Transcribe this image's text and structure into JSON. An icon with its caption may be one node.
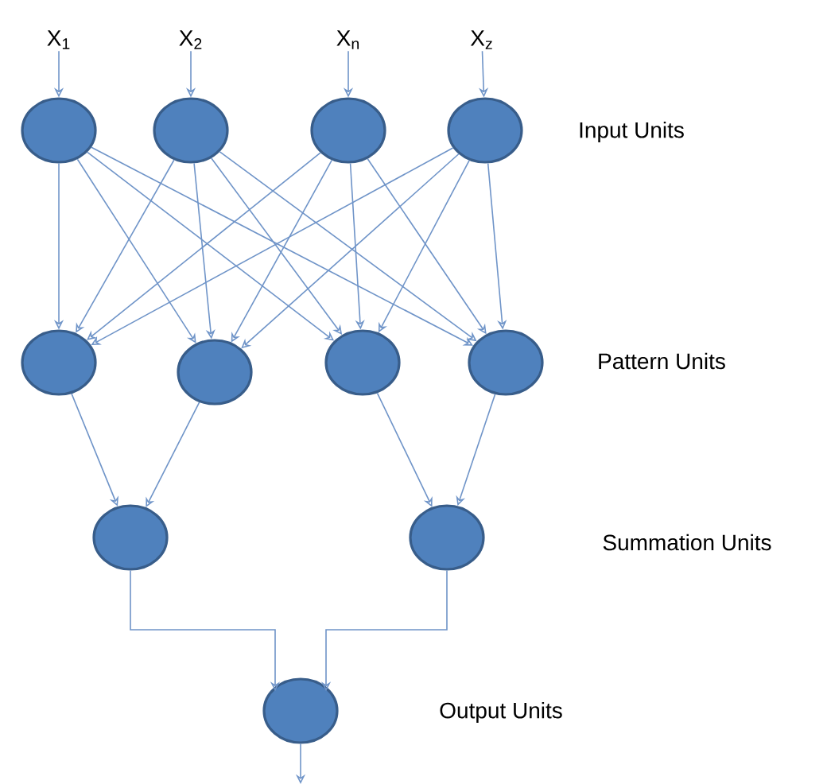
{
  "diagram": {
    "nodes": [
      {
        "text": [
          "X$_{1}$"
        ]
      },
      {
        "text": [
          "X$_{2}$"
        ]
      },
      {
        "text": [
          "X$_{n}$"
        ]
      },
      {
        "text": [
          "X$_{z}$"
        ]
      },
      {
        "text": [],
        "shape": "circle"
      },
      {
        "text": [],
        "shape": "circle"
      },
      {
        "text": [],
        "shape": "circle"
      },
      {
        "text": [],
        "shape": "circle"
      },
      {
        "text": [],
        "shape": "circle"
      },
      {
        "text": [],
        "shape": "circle"
      },
      {
        "text": [],
        "shape": "circle"
      },
      {
        "text": [],
        "shape": "circle"
      },
      {
        "text": [],
        "shape": "circle"
      },
      {
        "text": [],
        "shape": "circle"
      },
      {
        "text": [],
        "shape": "circle"
      }
    ],
    "edges": [
      {
        "from": 0,
        "to": 4,
        "arrow": "to"
      },
      {
        "from": 1,
        "to": 5,
        "arrow": "to"
      },
      {
        "from": 2,
        "to": 6,
        "arrow": "to"
      },
      {
        "from": 3,
        "to": 7,
        "arrow": "to"
      },
      {
        "from": 4,
        "to": 8,
        "arrow": "to"
      },
      {
        "from": 4,
        "to": 9,
        "arrow": "to"
      },
      {
        "from": 4,
        "to": 10,
        "arrow": "to"
      },
      {
        "from": 4,
        "to": 11,
        "arrow": "to"
      },
      {
        "from": 5,
        "to": 8,
        "arrow": "to"
      },
      {
        "from": 5,
        "to": 9,
        "arrow": "to"
      },
      {
        "from": 5,
        "to": 10,
        "arrow": "to"
      },
      {
        "from": 5,
        "to": 11,
        "arrow": "to"
      },
      {
        "from": 6,
        "to": 8,
        "arrow": "to"
      },
      {
        "from": 6,
        "to": 9,
        "arrow": "to"
      },
      {
        "from": 6,
        "to": 10,
        "arrow": "to"
      },
      {
        "from": 6,
        "to": 11,
        "arrow": "to"
      },
      {
        "from": 7,
        "to": 8,
        "arrow": "to"
      },
      {
        "from": 7,
        "to": 9,
        "arrow": "to"
      },
      {
        "from": 7,
        "to": 10,
        "arrow": "to"
      },
      {
        "from": 7,
        "to": 11,
        "arrow": "to"
      },
      {
        "from": 8,
        "to": 12,
        "arrow": "to"
      },
      {
        "from": 9,
        "to": 12,
        "arrow": "to"
      },
      {
        "from": 10,
        "to": 13,
        "arrow": "to"
      },
      {
        "from": 11,
        "to": 13,
        "arrow": "to"
      },
      {
        "from": 12,
        "to": 14,
        "arrow": "to"
      },
      {
        "from": 13,
        "to": 14,
        "arrow": "to"
      },
      {
        "from": 14,
        "to": null,
        "arrow": "to"
      }
    ],
    "labels": [
      "Input Units",
      "Pattern Units",
      "Summation Units",
      "Output Units"
    ]
  }
}
